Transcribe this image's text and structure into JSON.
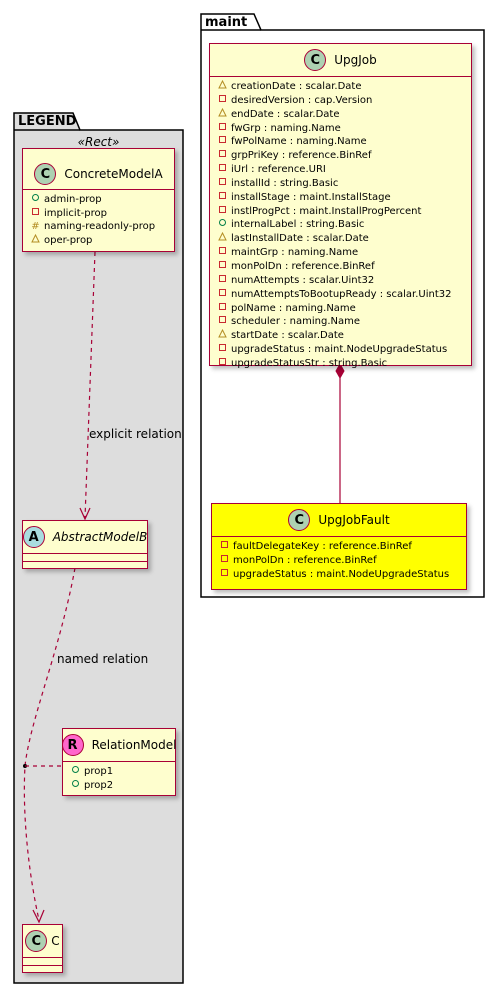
{
  "colors": {
    "border": "#a80036",
    "class_bg": "#fefece",
    "fault_bg": "#ffff00",
    "legend_bg": "#dddddd",
    "badge_class": "#add1b2",
    "badge_abstract": "#a9dcdf",
    "badge_relation": "#ff66cc"
  },
  "maint": {
    "label": "maint",
    "upgjob": {
      "badge": "C",
      "name": "UpgJob",
      "attrs": [
        {
          "vis": "protected",
          "text": "creationDate : scalar.Date"
        },
        {
          "vis": "private",
          "text": "desiredVersion : cap.Version"
        },
        {
          "vis": "protected",
          "text": "endDate : scalar.Date"
        },
        {
          "vis": "private",
          "text": "fwGrp : naming.Name"
        },
        {
          "vis": "private",
          "text": "fwPolName : naming.Name"
        },
        {
          "vis": "private",
          "text": "grpPriKey : reference.BinRef"
        },
        {
          "vis": "private",
          "text": "iUrl : reference.URI"
        },
        {
          "vis": "private",
          "text": "installId : string.Basic"
        },
        {
          "vis": "private",
          "text": "installStage : maint.InstallStage"
        },
        {
          "vis": "private",
          "text": "instlProgPct : maint.InstallProgPercent"
        },
        {
          "vis": "public",
          "text": "internalLabel : string.Basic"
        },
        {
          "vis": "protected",
          "text": "lastInstallDate : scalar.Date"
        },
        {
          "vis": "private",
          "text": "maintGrp : naming.Name"
        },
        {
          "vis": "private",
          "text": "monPolDn : reference.BinRef"
        },
        {
          "vis": "private",
          "text": "numAttempts : scalar.Uint32"
        },
        {
          "vis": "private",
          "text": "numAttemptsToBootupReady : scalar.Uint32"
        },
        {
          "vis": "private",
          "text": "polName : naming.Name"
        },
        {
          "vis": "private",
          "text": "scheduler : naming.Name"
        },
        {
          "vis": "protected",
          "text": "startDate : scalar.Date"
        },
        {
          "vis": "private",
          "text": "upgradeStatus : maint.NodeUpgradeStatus"
        },
        {
          "vis": "private",
          "text": "upgradeStatusStr : string.Basic"
        }
      ]
    },
    "upgjobfault": {
      "badge": "C",
      "name": "UpgJobFault",
      "attrs": [
        {
          "vis": "private",
          "text": "faultDelegateKey : reference.BinRef"
        },
        {
          "vis": "private",
          "text": "monPolDn : reference.BinRef"
        },
        {
          "vis": "private",
          "text": "upgradeStatus : maint.NodeUpgradeStatus"
        }
      ]
    }
  },
  "legend": {
    "label": "LEGEND",
    "concrete": {
      "stereotype": "«Rect»",
      "badge": "C",
      "name": "ConcreteModelA",
      "attrs": [
        {
          "vis": "public",
          "text": "admin-prop"
        },
        {
          "vis": "private",
          "text": "implicit-prop"
        },
        {
          "vis": "hash",
          "text": "naming-readonly-prop"
        },
        {
          "vis": "protected",
          "text": "oper-prop"
        }
      ]
    },
    "explicit_relation": "explicit relation",
    "abstract": {
      "badge": "A",
      "name": "AbstractModelB"
    },
    "named_relation": "named relation",
    "relation": {
      "badge": "R",
      "name": "RelationModel",
      "attrs": [
        {
          "vis": "public",
          "text": "prop1"
        },
        {
          "vis": "public",
          "text": "prop2"
        }
      ]
    },
    "c": {
      "badge": "C",
      "name": "C"
    }
  },
  "vis_symbols": {
    "public": "○",
    "private": "▭",
    "protected": "△",
    "hash": "#"
  }
}
